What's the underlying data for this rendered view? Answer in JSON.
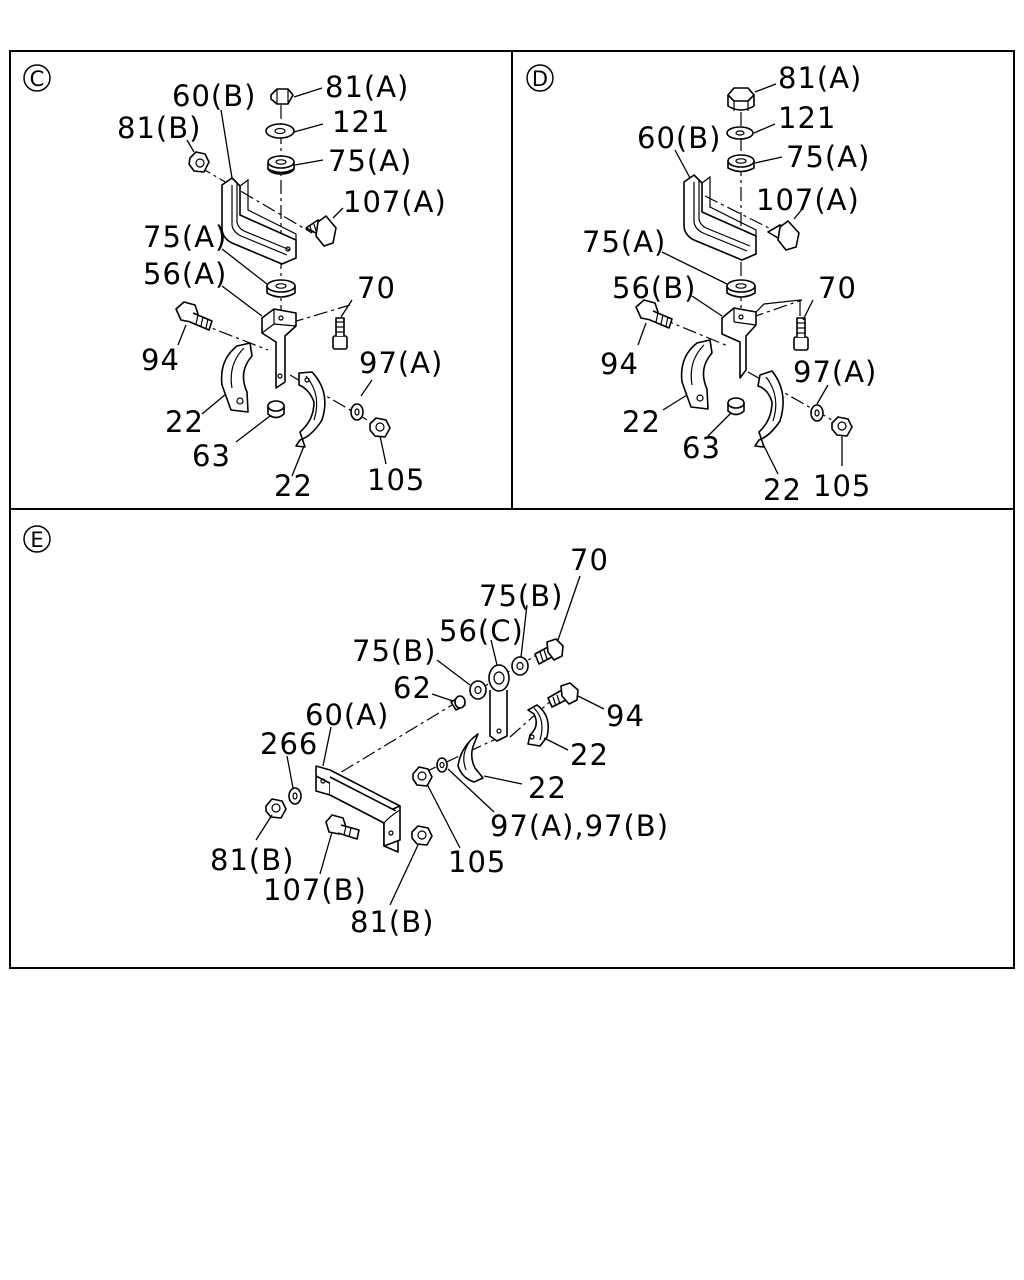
{
  "panels": {
    "c": {
      "letter": "C",
      "labels": {
        "p81a": "81(A)",
        "p60b": "60(B)",
        "p81b": "81(B)",
        "p121": "121",
        "p75a_top": "75(A)",
        "p107a": "107(A)",
        "p75a_mid": "75(A)",
        "p56a": "56(A)",
        "p70": "70",
        "p94": "94",
        "p97a": "97(A)",
        "p22_left": "22",
        "p63": "63",
        "p22_bottom": "22",
        "p105": "105"
      }
    },
    "d": {
      "letter": "D",
      "labels": {
        "p81a": "81(A)",
        "p121": "121",
        "p60b": "60(B)",
        "p75a_top": "75(A)",
        "p107a": "107(A)",
        "p75a_mid": "75(A)",
        "p56b": "56(B)",
        "p70": "70",
        "p94": "94",
        "p97a": "97(A)",
        "p22_left": "22",
        "p63": "63",
        "p22_bottom": "22",
        "p105": "105"
      }
    },
    "e": {
      "letter": "E",
      "labels": {
        "p70": "70",
        "p75b_right": "75(B)",
        "p56c": "56(C)",
        "p75b_left": "75(B)",
        "p62": "62",
        "p94": "94",
        "p60a": "60(A)",
        "p266": "266",
        "p22_upper": "22",
        "p22_lower": "22",
        "p97ab": "97(A),97(B)",
        "p81b_left": "81(B)",
        "p105": "105",
        "p107b": "107(B)",
        "p81b_bottom": "81(B)"
      }
    }
  }
}
